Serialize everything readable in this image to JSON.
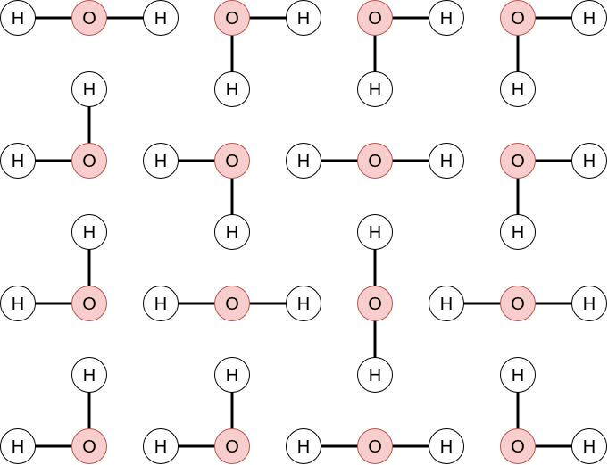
{
  "colors": {
    "oxygen_fill": "#f8cecc",
    "oxygen_stroke": "#b85450",
    "hydrogen_fill": "#ffffff",
    "hydrogen_stroke": "#000000"
  },
  "labels": {
    "oxygen": "O",
    "hydrogen": "H"
  },
  "lattice": {
    "rows": 4,
    "cols": 4,
    "molecules": [
      {
        "row": 0,
        "col": 0,
        "hydrogens": [
          "left",
          "right"
        ]
      },
      {
        "row": 0,
        "col": 1,
        "hydrogens": [
          "right",
          "down"
        ]
      },
      {
        "row": 0,
        "col": 2,
        "hydrogens": [
          "right",
          "down"
        ]
      },
      {
        "row": 0,
        "col": 3,
        "hydrogens": [
          "right",
          "down"
        ]
      },
      {
        "row": 1,
        "col": 0,
        "hydrogens": [
          "left",
          "up"
        ]
      },
      {
        "row": 1,
        "col": 1,
        "hydrogens": [
          "left",
          "down"
        ]
      },
      {
        "row": 1,
        "col": 2,
        "hydrogens": [
          "left",
          "right"
        ]
      },
      {
        "row": 1,
        "col": 3,
        "hydrogens": [
          "right",
          "down"
        ]
      },
      {
        "row": 2,
        "col": 0,
        "hydrogens": [
          "left",
          "up"
        ]
      },
      {
        "row": 2,
        "col": 1,
        "hydrogens": [
          "left",
          "right"
        ]
      },
      {
        "row": 2,
        "col": 2,
        "hydrogens": [
          "up",
          "down"
        ]
      },
      {
        "row": 2,
        "col": 3,
        "hydrogens": [
          "left",
          "right"
        ]
      },
      {
        "row": 3,
        "col": 0,
        "hydrogens": [
          "left",
          "up"
        ]
      },
      {
        "row": 3,
        "col": 1,
        "hydrogens": [
          "left",
          "up"
        ]
      },
      {
        "row": 3,
        "col": 2,
        "hydrogens": [
          "left",
          "right"
        ]
      },
      {
        "row": 3,
        "col": 3,
        "hydrogens": [
          "up",
          "right"
        ]
      }
    ]
  }
}
